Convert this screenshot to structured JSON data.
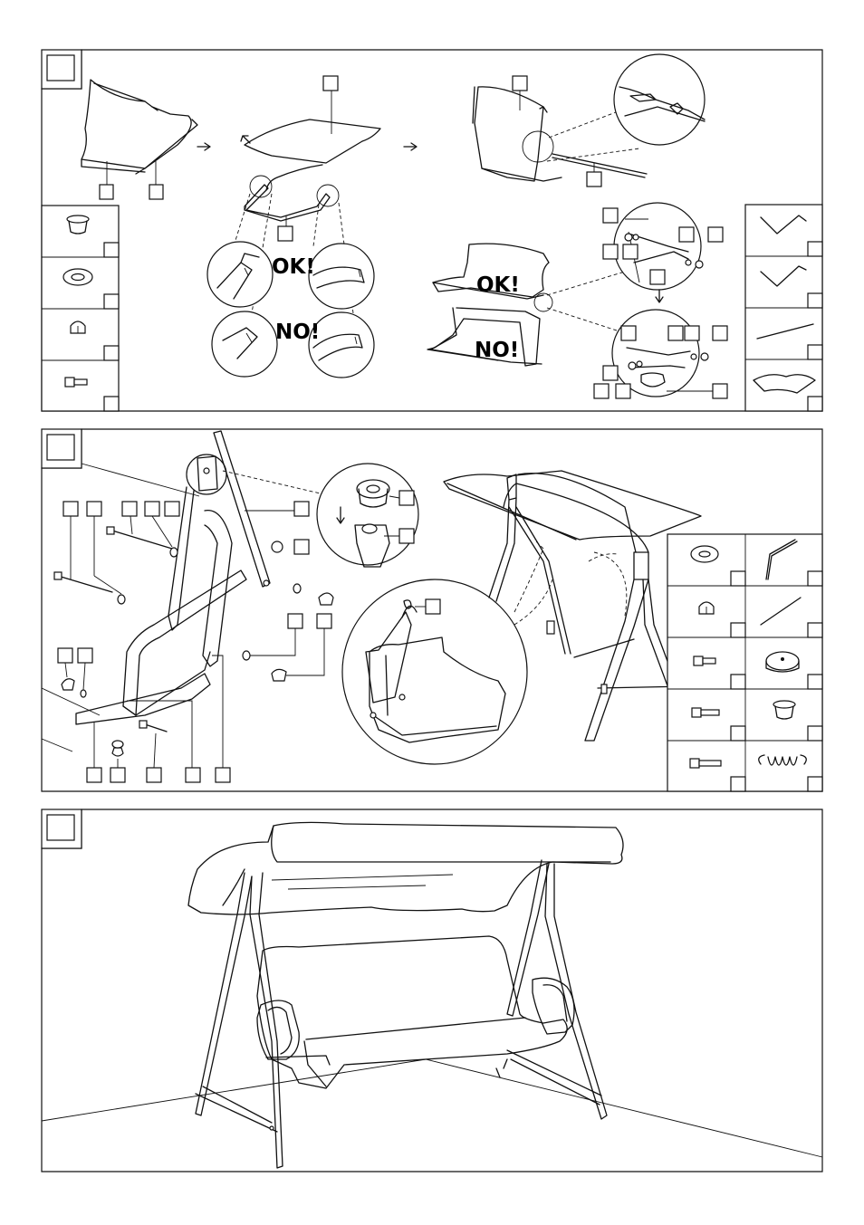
{
  "labels": {
    "ok": "OK!",
    "no": "NO!"
  },
  "colors": {
    "ink": "#111111",
    "paper": "#ffffff"
  },
  "panels": [
    {
      "id": "step-1",
      "number": ""
    },
    {
      "id": "step-2",
      "number": ""
    },
    {
      "id": "step-3",
      "number": ""
    }
  ]
}
